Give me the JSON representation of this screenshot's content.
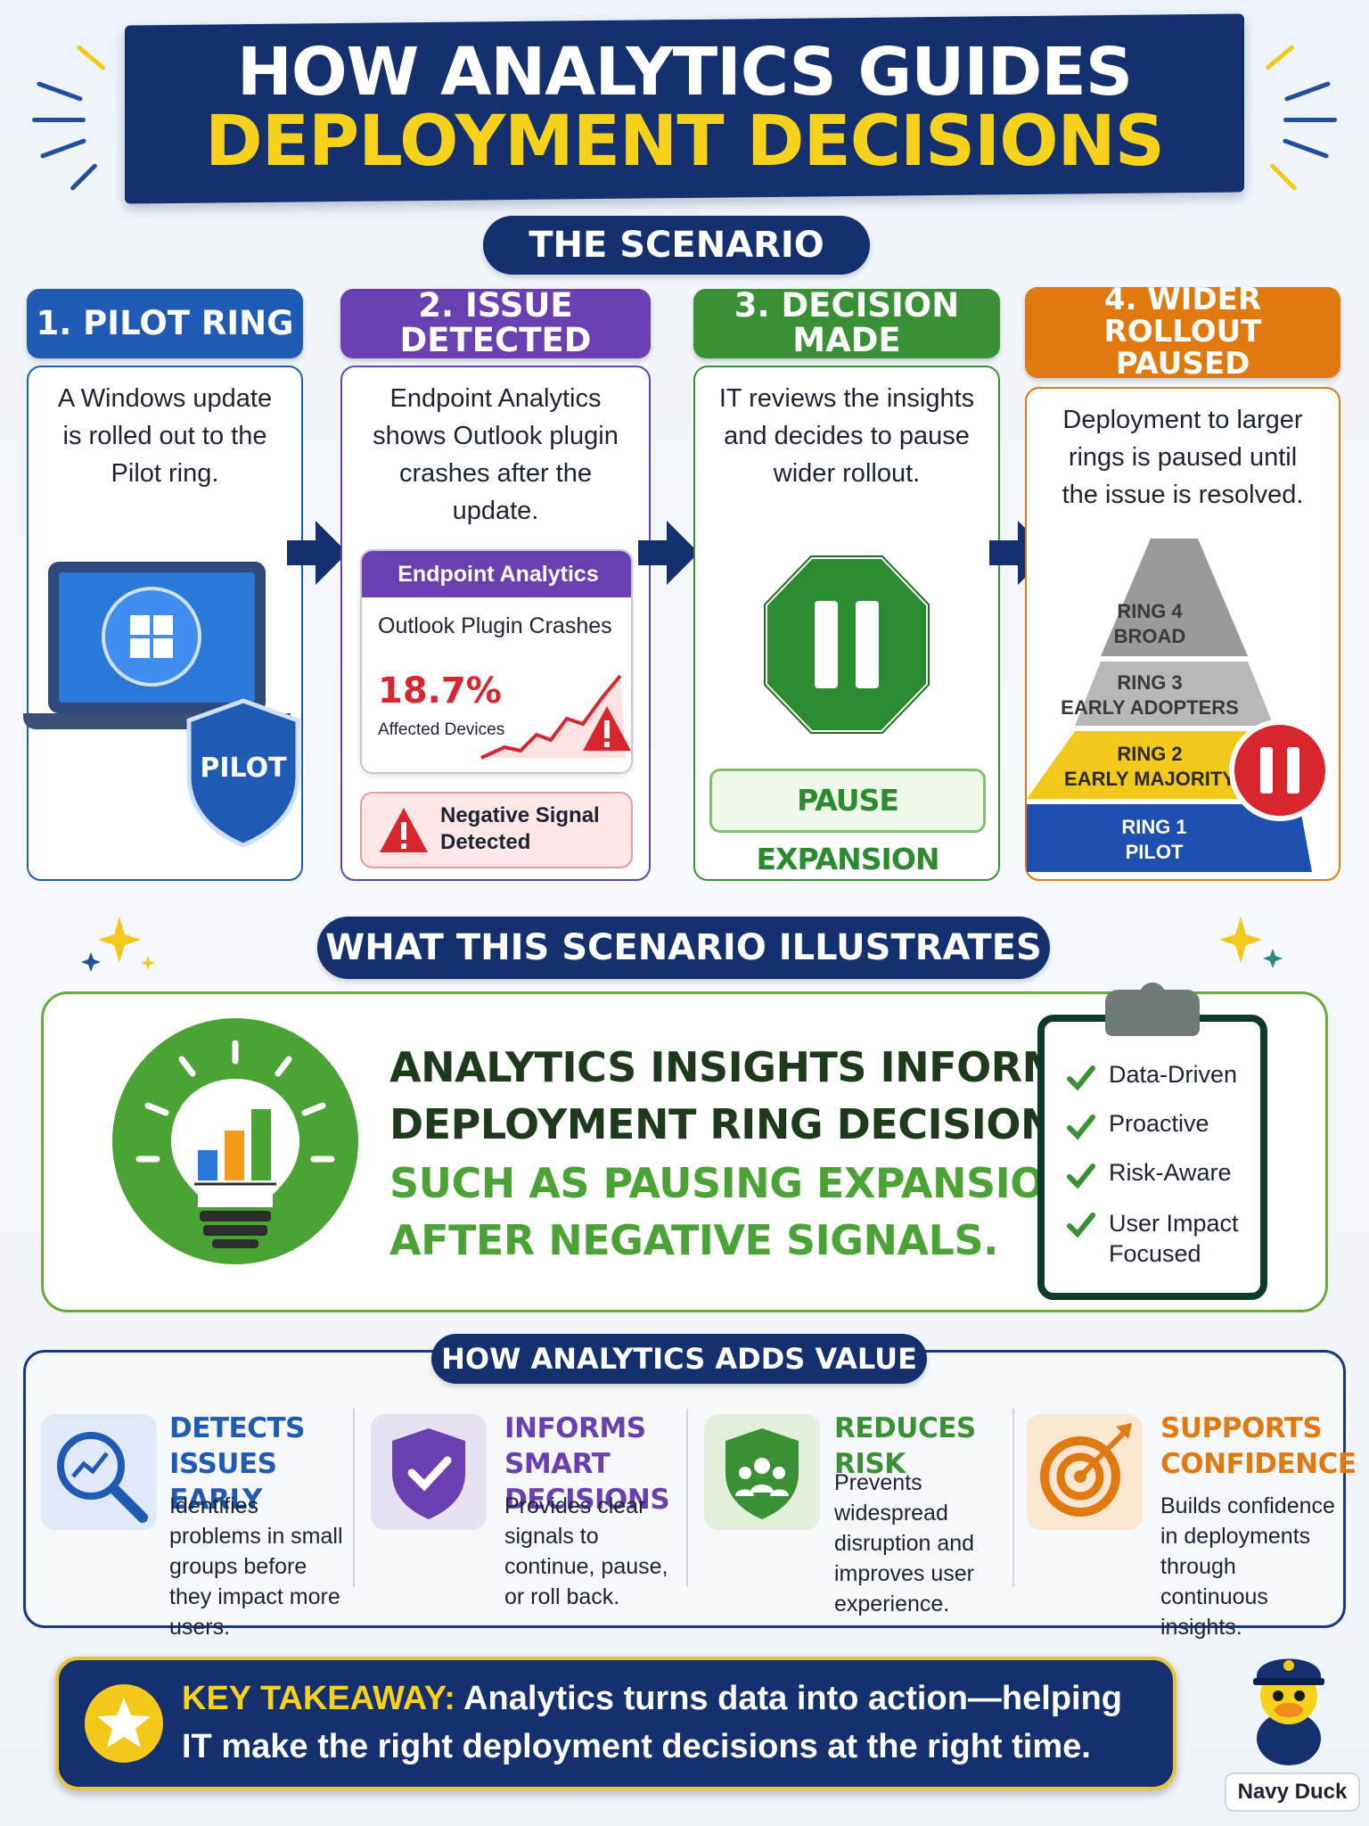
{
  "title": {
    "line1": "HOW ANALYTICS GUIDES",
    "line2": "DEPLOYMENT DECISIONS"
  },
  "scenario_heading": "THE SCENARIO",
  "steps": [
    {
      "header": "1. PILOT RING",
      "description": "A Windows update is rolled out to the Pilot ring.",
      "badge": "PILOT",
      "color": "#1f5bb5"
    },
    {
      "header": "2. ISSUE DETECTED",
      "description": "Endpoint Analytics shows Outlook plugin crashes after the update.",
      "color": "#6a3fb0",
      "panel": {
        "title": "Endpoint Analytics",
        "metric_name": "Outlook Plugin Crashes",
        "value": "18.7%",
        "value_label": "Affected Devices"
      },
      "alert": "Negative Signal Detected"
    },
    {
      "header": "3. DECISION MADE",
      "description": "IT reviews the insights and decides to pause wider rollout.",
      "color": "#3a9135",
      "action": "PAUSE EXPANSION"
    },
    {
      "header": "4. WIDER ROLLOUT PAUSED",
      "description": "Deployment to larger rings is paused until the issue is resolved.",
      "color": "#e07a10",
      "rings": [
        {
          "name": "RING 4",
          "label": "BROAD",
          "color": "#9a9a9a"
        },
        {
          "name": "RING 3",
          "label": "EARLY ADOPTERS",
          "color": "#b8b8b8"
        },
        {
          "name": "RING 2",
          "label": "EARLY MAJORITY",
          "color": "#f2c81a"
        },
        {
          "name": "RING 1",
          "label": "PILOT",
          "color": "#1c4fb0"
        }
      ]
    }
  ],
  "illustrates_heading": "WHAT THIS SCENARIO ILLUSTRATES",
  "insight": {
    "line1": "ANALYTICS INSIGHTS INFORM",
    "line2": "DEPLOYMENT RING DECISIONS,",
    "line3": "SUCH AS PAUSING EXPANSION",
    "line4": "AFTER NEGATIVE SIGNALS."
  },
  "checklist": [
    "Data-Driven",
    "Proactive",
    "Risk-Aware",
    "User Impact Focused"
  ],
  "value_heading": "HOW ANALYTICS ADDS VALUE",
  "values": [
    {
      "title": "DETECTS ISSUES EARLY",
      "description": "Identifies problems in small groups before they impact more users.",
      "color": "#1f5bb5"
    },
    {
      "title": "INFORMS SMART DECISIONS",
      "description": "Provides clear signals to continue, pause, or roll back.",
      "color": "#6a3fb0"
    },
    {
      "title": "REDUCES RISK",
      "description": "Prevents widespread disruption and improves user experience.",
      "color": "#3a9135"
    },
    {
      "title": "SUPPORTS CONFIDENCE",
      "description": "Builds confidence in deployments through continuous insights.",
      "color": "#e07a10"
    }
  ],
  "takeaway": {
    "label": "KEY TAKEAWAY:",
    "text": "Analytics turns data into action—helping IT make the right deployment decisions at the right time."
  },
  "mascot_label": "Navy Duck"
}
